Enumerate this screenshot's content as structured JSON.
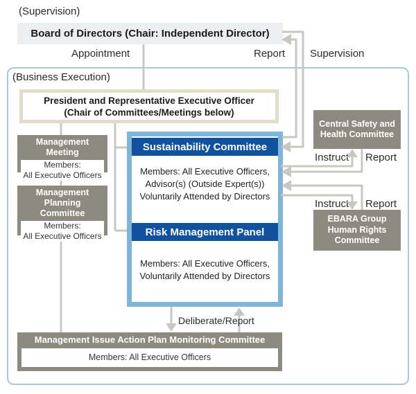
{
  "colors": {
    "line_gray": "#c9c7c0",
    "box_gray": "#8d8b80",
    "dark_blue": "#11529f",
    "light_blue_border": "#7fb5d8",
    "board_bg": "#eceef0",
    "president_border": "#e2dccb",
    "container_border": "#a6c9de"
  },
  "supervision_section": {
    "label": "(Supervision)",
    "board_title": "Board of Directors (Chair: Independent Director)"
  },
  "edge_labels": {
    "appointment": "Appointment",
    "report_top": "Report",
    "supervision_top": "Supervision",
    "instruct_central_safety": "Instruct",
    "report_central_safety": "Report",
    "instruct_human_rights": "Instruct",
    "report_human_rights": "Report",
    "deliberate_report": "Deliberate/Report"
  },
  "business_execution": {
    "label": "(Business Execution)",
    "president": {
      "line1": "President and Representative Executive Officer",
      "line2": "(Chair of Committees/Meetings below)"
    },
    "management_meeting": {
      "title": "Management Meeting",
      "members_line1": "Members:",
      "members_line2": "All Executive Officers"
    },
    "management_planning": {
      "title_line1": "Management Planning",
      "title_line2": "Committee",
      "members_line1": "Members:",
      "members_line2": "All Executive Officers"
    },
    "sustainability_committee": {
      "title": "Sustainability Committee",
      "members_line1": "Members: All Executive Officers,",
      "members_line2": "Advisor(s) (Outside Expert(s))",
      "members_line3": "Voluntarily Attended by Directors"
    },
    "risk_management_panel": {
      "title": "Risk Management Panel",
      "members_line1": "Members: All Executive Officers,",
      "members_line2": "Voluntarily Attended by Directors"
    },
    "central_safety": {
      "line1": "Central Safety and",
      "line2": "Health Committee"
    },
    "human_rights": {
      "line1": "EBARA Group",
      "line2": "Human Rights",
      "line3": "Committee"
    },
    "monitoring_committee": {
      "title": "Management Issue Action Plan Monitoring Committee",
      "members": "Members: All Executive Officers"
    }
  }
}
